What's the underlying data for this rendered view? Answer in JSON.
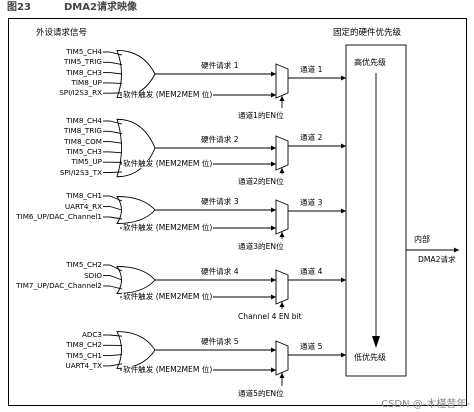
{
  "figure": {
    "number": "图23",
    "title": "DMA2请求映像"
  },
  "peripheral_header": "外设请求信号",
  "priority_header": "固定的硬件优先级",
  "high_priority": "高优先级",
  "low_priority": "低优先级",
  "internal": "内部",
  "output": "DMA2请求",
  "groups": [
    {
      "signals": [
        "TIM5_CH4",
        "TIM5_TRIG",
        "TIM8_CH3",
        "TIM8_UP",
        "SPI/I2S3_RX"
      ],
      "hw": "硬件请求 1",
      "sw": "软件触发 (MEM2MEM 位)",
      "channel": "通道 1",
      "en": "通道1的EN位"
    },
    {
      "signals": [
        "TIM8_CH4",
        "TIM8_TRIG",
        "TIM8_COM",
        "TIM5_CH3",
        "TIM5_UP",
        "SPI/I2S3_TX"
      ],
      "hw": "硬件请求 2",
      "sw": "软件触发 (MEM2MEM 位)",
      "channel": "通道 2",
      "en": "通道2的EN位"
    },
    {
      "signals": [
        "TIM8_CH1",
        "UART4_RX",
        "TIM6_UP/DAC_Channel1"
      ],
      "hw": "硬件请求 3",
      "sw": "软件触发 (MEM2MEM 位)",
      "channel": "通道 3",
      "en": "通道3的EN位"
    },
    {
      "signals": [
        "TIM5_CH2",
        "SDIO",
        "TIM7_UP/DAC_Channel2"
      ],
      "hw": "硬件请求 4",
      "sw": "软件触发 (MEM2MEM 位)",
      "channel": "通道 4",
      "en": "Channel 4 EN bit"
    },
    {
      "signals": [
        "ADC3",
        "TIM8_CH2",
        "TIM5_CH1",
        "UART4_TX"
      ],
      "hw": "硬件请求 5",
      "sw": "软件触发 (MEM2MEM 位)",
      "channel": "通道 5",
      "en": "通道5的EN位"
    }
  ],
  "watermark": "CSDN @-木槿昔年-"
}
